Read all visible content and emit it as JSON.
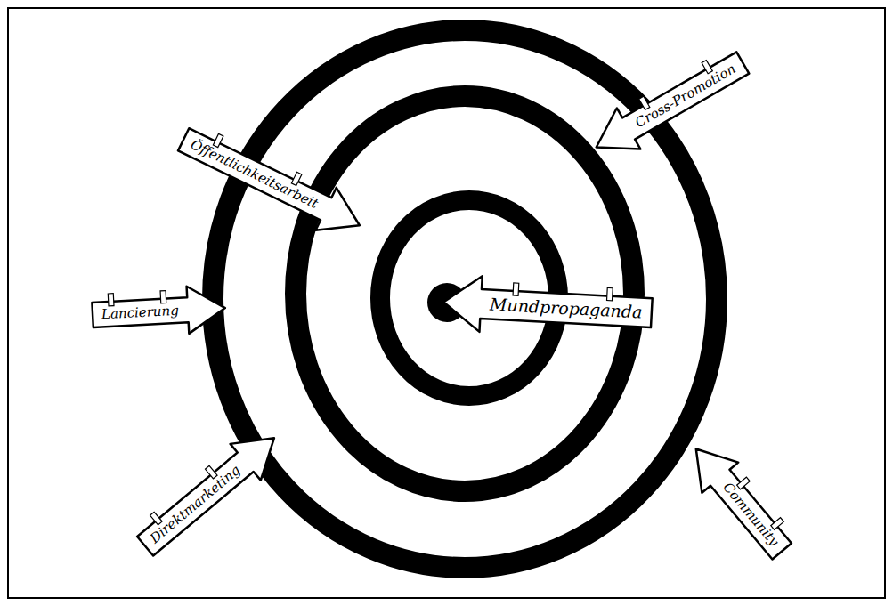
{
  "diagram": {
    "nodes": [
      {
        "text": [
          "Cross-Promotion"
        ]
      },
      {
        "text": [
          "Öffentlichkeitsarbeit"
        ]
      },
      {
        "text": [
          "Lancierung"
        ]
      },
      {
        "text": [
          "Mundpropaganda"
        ]
      },
      {
        "text": [
          "Direktmarketing"
        ]
      },
      {
        "text": [
          "Community"
        ]
      }
    ]
  }
}
